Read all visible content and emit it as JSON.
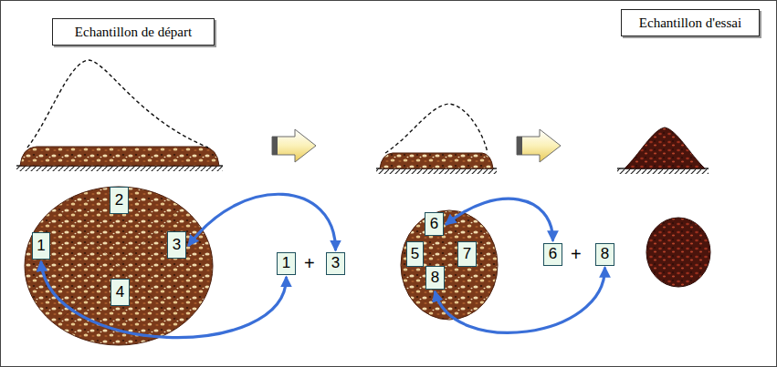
{
  "diagram": {
    "nodes": [
      {
        "text": [
          "Echantillon de départ"
        ]
      },
      {
        "text": [
          "Echantillon d'essai"
        ]
      },
      {
        "text": [
          "1"
        ]
      },
      {
        "text": [
          "2"
        ]
      },
      {
        "text": [
          "3"
        ]
      },
      {
        "text": [
          "4"
        ]
      },
      {
        "text": [
          "1"
        ]
      },
      {
        "text": [
          "3"
        ]
      },
      {
        "text": [
          "5"
        ]
      },
      {
        "text": [
          "6"
        ]
      },
      {
        "text": [
          "7"
        ]
      },
      {
        "text": [
          "8"
        ]
      },
      {
        "text": [
          "6"
        ]
      },
      {
        "text": [
          "8"
        ]
      }
    ],
    "edges": [
      {
        "from": 4,
        "to": 7,
        "arrow": "both"
      },
      {
        "from": 2,
        "to": 6,
        "arrow": "both"
      },
      {
        "from": 9,
        "to": 12,
        "arrow": "both"
      },
      {
        "from": 11,
        "to": 13,
        "arrow": "both"
      }
    ],
    "labels": [
      "+",
      "+"
    ]
  }
}
